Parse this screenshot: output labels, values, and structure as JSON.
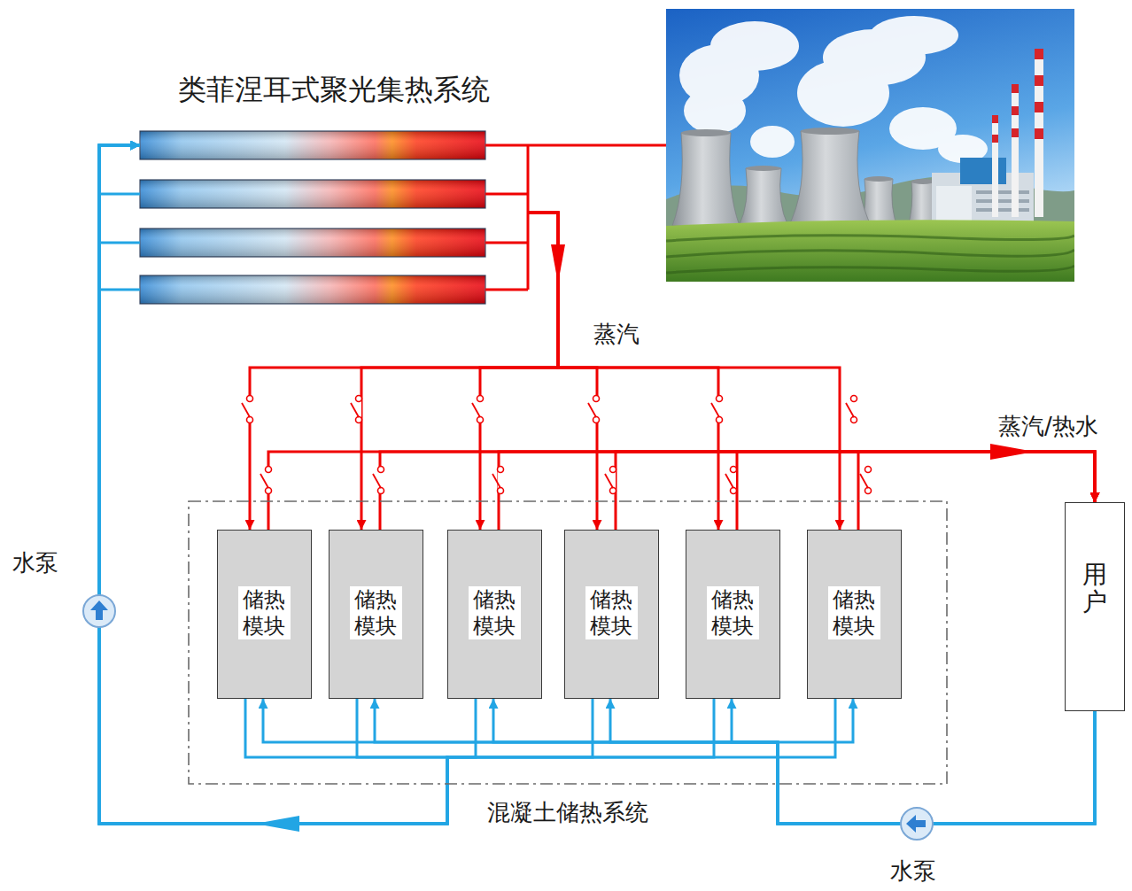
{
  "diagram": {
    "nodes": [
      {
        "text": [
          "类菲涅耳式聚光集热系统"
        ]
      },
      {
        "text": [
          "混凝土储热系统"
        ]
      },
      {
        "text": [
          "储热模块"
        ],
        "in": 1
      },
      {
        "text": [
          "储热模块"
        ],
        "in": 1
      },
      {
        "text": [
          "储热模块"
        ],
        "in": 1
      },
      {
        "text": [
          "储热模块"
        ],
        "in": 1
      },
      {
        "text": [
          "储热模块"
        ],
        "in": 1
      },
      {
        "text": [
          "储热模块"
        ],
        "in": 1
      },
      {
        "text": [
          "用户"
        ]
      }
    ],
    "edges": [
      {
        "from": 0,
        "to": 2,
        "arrow": "to",
        "label": "蒸汽"
      },
      {
        "from": 0,
        "to": 3,
        "arrow": "to"
      },
      {
        "from": 0,
        "to": 4,
        "arrow": "to"
      },
      {
        "from": 0,
        "to": 5,
        "arrow": "to"
      },
      {
        "from": 0,
        "to": 6,
        "arrow": "to"
      },
      {
        "from": 0,
        "to": 7,
        "arrow": "to"
      },
      {
        "from": 2,
        "to": 8,
        "arrow": "to",
        "label": "蒸汽/热水"
      },
      {
        "from": 3,
        "to": 8,
        "arrow": "to"
      },
      {
        "from": 4,
        "to": 8,
        "arrow": "to"
      },
      {
        "from": 5,
        "to": 8,
        "arrow": "to"
      },
      {
        "from": 6,
        "to": 8,
        "arrow": "to"
      },
      {
        "from": 7,
        "to": 8,
        "arrow": "to"
      },
      {
        "from": 8,
        "to": 2,
        "arrow": "to"
      },
      {
        "from": 8,
        "to": 3,
        "arrow": "to"
      },
      {
        "from": 8,
        "to": 4,
        "arrow": "to"
      },
      {
        "from": 8,
        "to": 5,
        "arrow": "to"
      },
      {
        "from": 8,
        "to": 6,
        "arrow": "to"
      },
      {
        "from": 8,
        "to": 7,
        "arrow": "to"
      },
      {
        "from": 2,
        "to": 0,
        "arrow": "to"
      },
      {
        "from": 3,
        "to": 0,
        "arrow": "to"
      },
      {
        "from": 4,
        "to": 0,
        "arrow": "to"
      },
      {
        "from": 5,
        "to": 0,
        "arrow": "to"
      },
      {
        "from": 6,
        "to": 0,
        "arrow": "to"
      },
      {
        "from": 7,
        "to": 0,
        "arrow": "to"
      }
    ],
    "labels": [
      "水泵",
      "水泵"
    ]
  }
}
